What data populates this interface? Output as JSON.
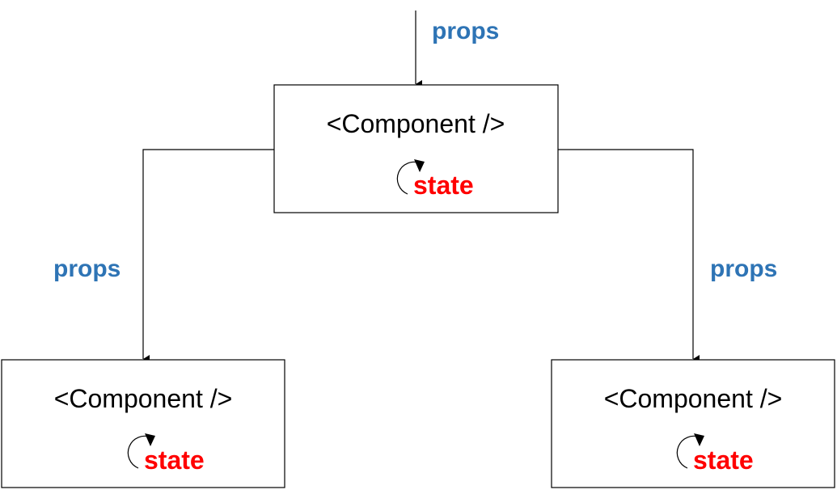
{
  "colors": {
    "props": "#2e74b5",
    "state": "#ff0000",
    "line": "#000000"
  },
  "icons": {
    "arrowhead": "arrowhead-icon",
    "state_loop": "circular-arrow-icon"
  },
  "top_flow": {
    "props_label": "props"
  },
  "components": {
    "root": {
      "label": "<Component />",
      "state_label": "state"
    },
    "left_child": {
      "label": "<Component />",
      "state_label": "state"
    },
    "right_child": {
      "label": "<Component />",
      "state_label": "state"
    }
  },
  "edges": {
    "left": {
      "props_label": "props"
    },
    "right": {
      "props_label": "props"
    }
  }
}
